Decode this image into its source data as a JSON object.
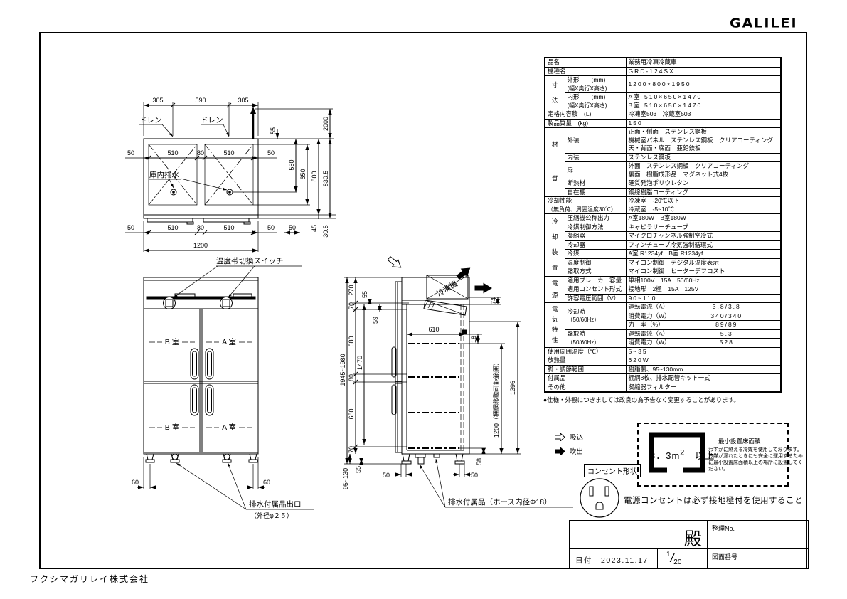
{
  "brand": {
    "logo": "GALILEI",
    "company": "フクシマガリレイ株式会社"
  },
  "spec": {
    "hinmei_l": "品名",
    "hinmei_v": "業務用冷凍冷蔵庫",
    "kishu_l": "機種名",
    "kishu_v": "GRD-124SX",
    "sunpo_g": [
      "寸",
      "法"
    ],
    "gaikei_l1": "外形　　(mm)",
    "gaikei_l2": "(幅X奥行X高さ)",
    "gaikei_v": "1200×800×1950",
    "naikei_l1": "内形　　(mm)",
    "naikei_l2": "(幅X奥行X高さ)",
    "naikei_v1": "A室 510×650×1470",
    "naikei_v2": "B室 510×650×1470",
    "teikaku_l": "定格内容積　(L)",
    "teikaku_v": "冷凍室503　冷蔵室503",
    "shitsuryo_l": "製品質量　(kg)",
    "shitsuryo_v": "150",
    "zai_g": [
      "材",
      "質"
    ],
    "gaiso_l": "外装",
    "gaiso_v1": "正面・側面　ステンレス鋼板",
    "gaiso_v2": "機械室パネル　ステンレス鋼板　クリアコーティング",
    "gaiso_v3": "天・背面・底面　亜鉛鉄板",
    "naiso_l": "内装",
    "naiso_v": "ステンレス鋼板",
    "tobira_l": "扉",
    "tobira_v1": "外面　ステンレス鋼板　クリアコーティング",
    "tobira_v2": "裏面　樹脂成形品　マグネット式4枚",
    "dannetsu_l": "断熱材",
    "dannetsu_v": "硬質発泡ポリウレタン",
    "jizai_l": "自在棚",
    "jizai_v": "鋼線樹脂コーティング",
    "seino_l1": "冷却性能",
    "seino_l2": "（無負荷、周囲温度30℃）",
    "seino_v1": "冷凍室　-20℃以下",
    "seino_v2": "冷蔵室　-5~10℃",
    "rei_g": [
      "冷",
      "却",
      "装",
      "置"
    ],
    "assyuku_l": "圧縮機公称出力",
    "assyuku_v": "A室180W　B室180W",
    "seigyo_l": "冷媒制御方法",
    "seigyo_v": "キャピラリーチューブ",
    "gyoshuku_l": "凝縮器",
    "gyoshuku_v": "マイクロチャンネル強制空冷式",
    "reikyakuki_l": "冷却器",
    "reikyakuki_v": "フィンチューブ冷気強制循環式",
    "reibai_l": "冷媒",
    "reibai_v": "A室 R1234yf　B室 R1234yf",
    "ondo_l": "温度制御",
    "ondo_v": "マイコン制御　デジタル温度表示",
    "shimotori_l": "霜取方式",
    "shimotori_v": "マイコン制御　ヒーターデフロスト",
    "dengen_g": [
      "電",
      "源"
    ],
    "breaker_l": "適用ブレーカー容量",
    "breaker_v": "単相100V　15A　50/60Hz",
    "outlet_l": "適用コンセント形式",
    "outlet_v": "接地形　2極　15A　125V",
    "denatsu_l": "許容電圧範囲（V）",
    "denatsu_v": "90~110",
    "denki_g": [
      "電",
      "気",
      "特",
      "性"
    ],
    "cool_l1": "冷却時",
    "cool_l2": "（50/60Hz）",
    "cool_r1l": "運転電流（A）",
    "cool_r1v": "3.8/3.8",
    "cool_r2l": "消費電力（W）",
    "cool_r2v": "340/340",
    "cool_r3l": "力　率（%）",
    "cool_r3v": "89/89",
    "def_l1": "霜取時",
    "def_l2": "（50/60Hz）",
    "def_r1l": "運転電流（A）",
    "def_r1v": "5.3",
    "def_r2l": "消費電力（W）",
    "def_r2v": "528",
    "shuui_l": "使用周囲温度（℃）",
    "shuui_v": "5~35",
    "honetsu_l": "放熱量",
    "honetsu_v": "620W",
    "ashi_l": "脚・調節範囲",
    "ashi_v": "樹脂製、95~130mm",
    "fuzoku_l": "付属品",
    "fuzoku_v": "棚網8枚、排水配管キット一式",
    "sonota_l": "その他",
    "sonota_v": "凝縮器フィルター",
    "note": "●仕様・外観につきましては改良の為予告なく変更することがあります。"
  },
  "tv": {
    "t1": "305",
    "t2": "590",
    "t3": "305",
    "m1": "50",
    "m2": "510",
    "m3": "80",
    "m4": "510",
    "m5": "50",
    "b1": "50",
    "b2": "510",
    "b3": "80",
    "b4": "510",
    "b5": "50",
    "w": "1200",
    "r2000": "2000",
    "r55": "55",
    "r550": "550",
    "r650": "650",
    "r800": "800",
    "r8305": "830.5",
    "r45": "45",
    "r305": "30.5",
    "r50": "50",
    "drain1": "ドレン",
    "drain2": "ドレン",
    "kokai": "庫内排水"
  },
  "fv": {
    "switch": "温度帯切換スイッチ",
    "b1": "B 室",
    "a1": "A 室",
    "b2": "B 室",
    "a2": "A 室",
    "d60l": "60",
    "d60r": "60",
    "out1": "排水付属品出口",
    "out2": "（外径φ２５）"
  },
  "sv": {
    "d270": "270",
    "d55": "55",
    "d70a": "70",
    "d59": "59",
    "d680a": "680",
    "d1470": "1470",
    "d80": "80",
    "d680b": "680",
    "d70b": "70",
    "d55b": "55",
    "legs": "95~130",
    "overall": "1945~1980",
    "d610": "610",
    "d18": "18",
    "range": "1200（棚網移動可能範囲）",
    "d1396": "1396",
    "d58": "58",
    "d74": "74",
    "f50a": "50",
    "f50b": "50",
    "machine": "冷凍機",
    "drain": "排水付属品（ホース内径Φ18）"
  },
  "legend": {
    "suction": "吸込",
    "blow": "吹出"
  },
  "plug": {
    "label": "コンセント形状",
    "warning": "電源コンセントは必ず接地極付を使用すること"
  },
  "area": {
    "num": "3．3m",
    "sup": "2",
    "rest": "　以上",
    "title": "最小設置床面積",
    "l1": "わずかに燃える冷媒を使用しております。",
    "l2": "冷媒が漏れたときにも安全に運用するため",
    "l3": "に最小設置床面積以上の場所に設置してく",
    "l4": "ださい。"
  },
  "tb": {
    "tono": "殿",
    "seiri": "整理No.",
    "date": "日付　2023.11.17",
    "num": "1",
    "slash": "/",
    "den": "20",
    "zuban": "図面番号"
  }
}
